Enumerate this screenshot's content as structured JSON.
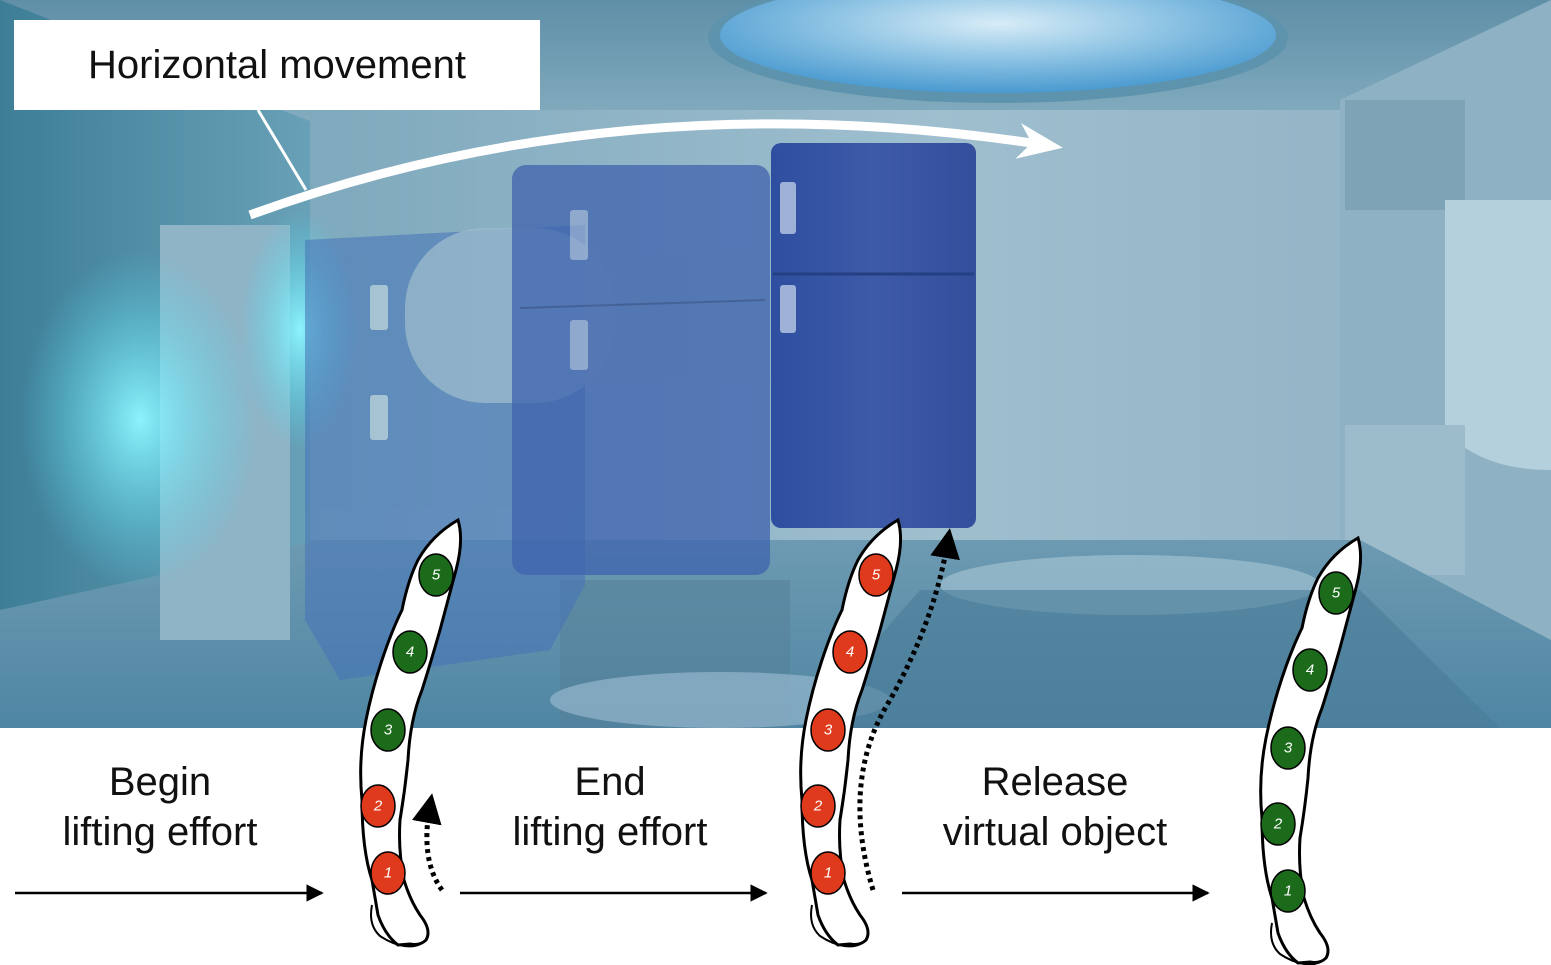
{
  "movement_label": "Horizontal movement",
  "steps": [
    {
      "line1": "Begin",
      "line2": "lifting effort"
    },
    {
      "line1": "End",
      "line2": "lifting effort"
    },
    {
      "line1": "Release",
      "line2": "virtual object"
    }
  ],
  "arms": [
    {
      "sensors": [
        {
          "num": "1",
          "state": "active"
        },
        {
          "num": "2",
          "state": "active"
        },
        {
          "num": "3",
          "state": "inactive"
        },
        {
          "num": "4",
          "state": "inactive"
        },
        {
          "num": "5",
          "state": "inactive"
        }
      ]
    },
    {
      "sensors": [
        {
          "num": "1",
          "state": "active"
        },
        {
          "num": "2",
          "state": "active"
        },
        {
          "num": "3",
          "state": "active"
        },
        {
          "num": "4",
          "state": "active"
        },
        {
          "num": "5",
          "state": "active"
        }
      ]
    },
    {
      "sensors": [
        {
          "num": "1",
          "state": "inactive"
        },
        {
          "num": "2",
          "state": "inactive"
        },
        {
          "num": "3",
          "state": "inactive"
        },
        {
          "num": "4",
          "state": "inactive"
        },
        {
          "num": "5",
          "state": "inactive"
        }
      ]
    }
  ],
  "colors": {
    "active": "#e03a1c",
    "inactive": "#1b6b1b"
  }
}
